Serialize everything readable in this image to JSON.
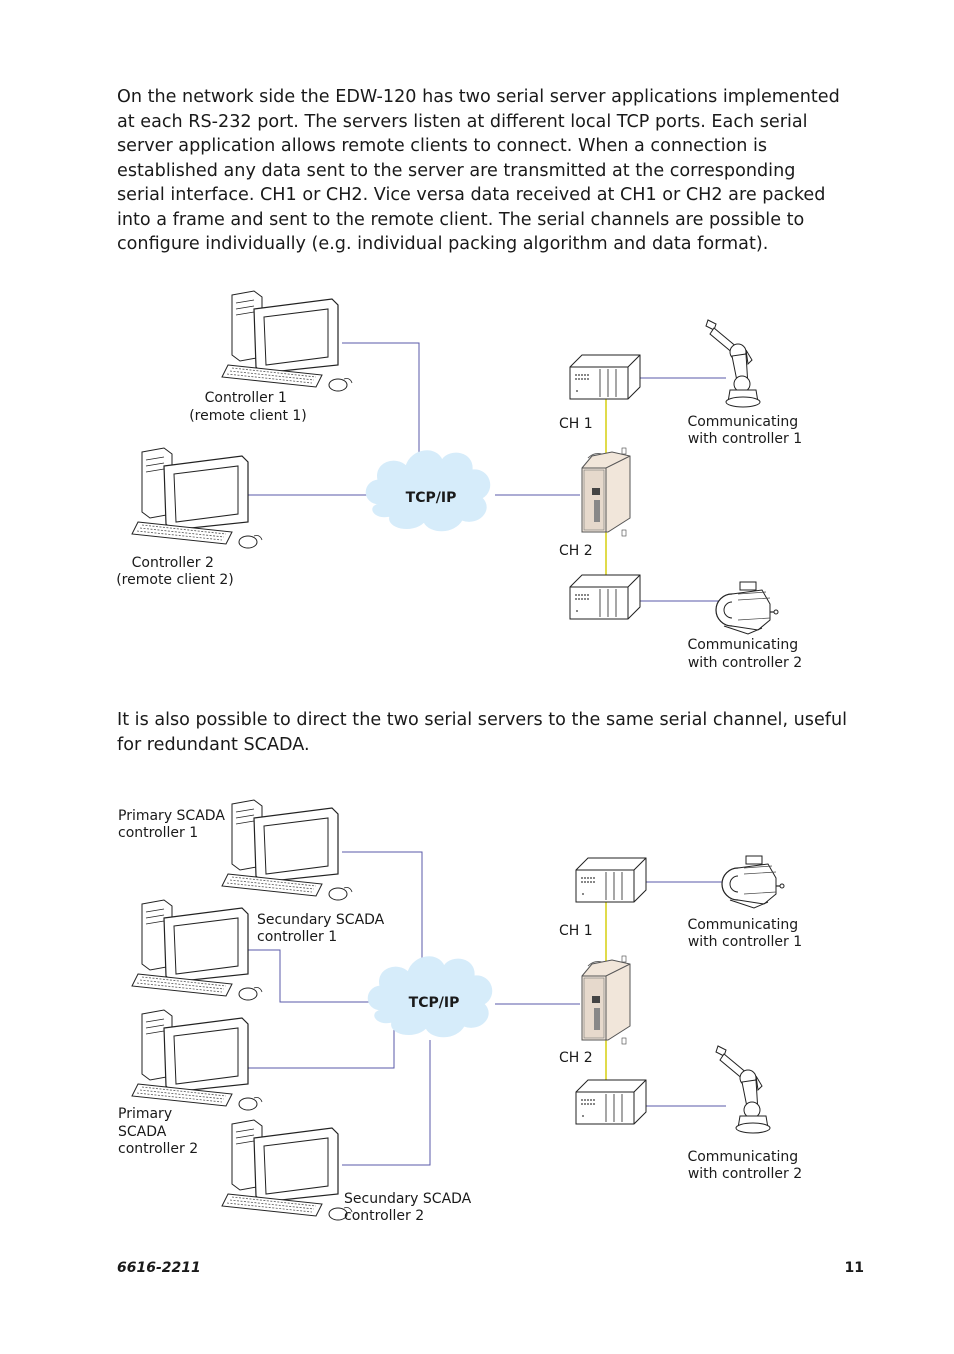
{
  "paragraphs": {
    "p1": "On the network side the EDW-120 has two serial server applications implemented at each RS-232 port. The servers listen at different local TCP ports. Each serial server application allows remote clients to connect. When a connection is established any data sent to the server are transmitted at the corresponding serial interface. CH1 or CH2. Vice versa data received at CH1 or CH2 are packed into a frame and sent to the remote client. The serial channels are possible to configure individually (e.g. individual packing algorithm and data format).",
    "p2": "It is also possible to direct the two serial servers to the same serial channel, useful for redundant SCADA."
  },
  "diagram1": {
    "controller1": [
      "Controller 1",
      "(remote client 1)"
    ],
    "controller2": [
      "Controller 2",
      "(remote client 2)"
    ],
    "cloud": "TCP/IP",
    "ch1": "CH 1",
    "ch2": "CH 2",
    "device1": [
      "Communicating",
      "with controller 1"
    ],
    "device2": [
      "Communicating",
      "with controller 2"
    ]
  },
  "diagram2": {
    "primary1": [
      "Primary SCADA",
      "controller 1"
    ],
    "secundary1": [
      "Secundary SCADA",
      "controller 1"
    ],
    "primary2": [
      "Primary",
      "SCADA",
      "controller 2"
    ],
    "secundary2": [
      "Secundary SCADA",
      "controller 2"
    ],
    "cloud": "TCP/IP",
    "ch1": "CH 1",
    "ch2": "CH 2",
    "device1": [
      "Communicating",
      "with controller 1"
    ],
    "device2": [
      "Communicating",
      "with controller 2"
    ]
  },
  "footer": {
    "doc_number": "6616-2211",
    "page_number": "11"
  },
  "colors": {
    "network_line": "#5a5aa8",
    "serial_line": "#d9d21e",
    "cloud_fill": "#d6ecfa"
  }
}
